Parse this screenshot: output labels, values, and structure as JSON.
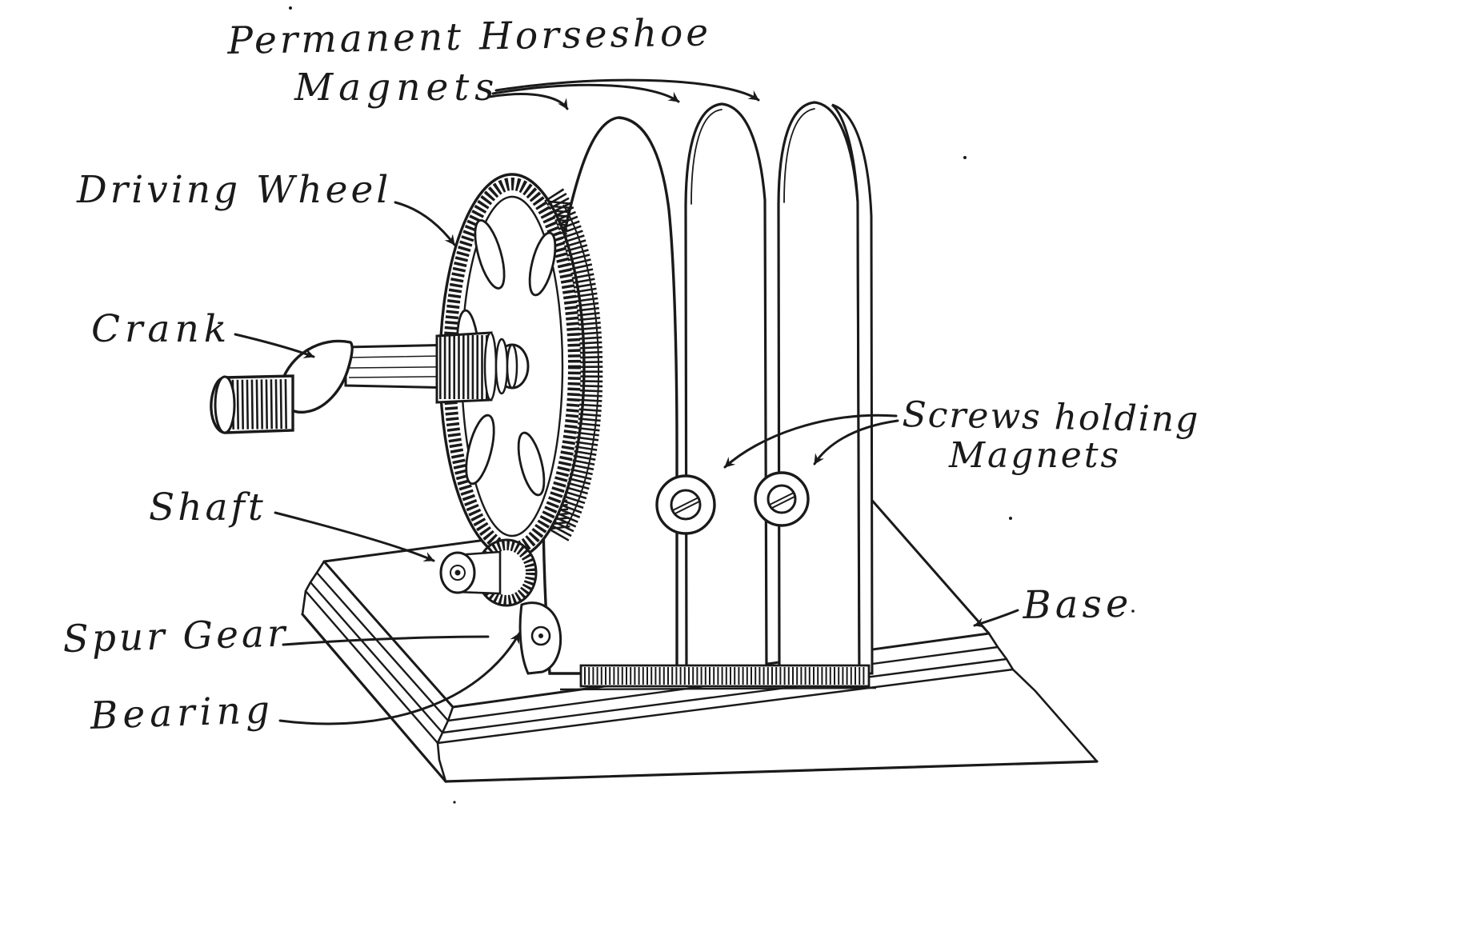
{
  "figure": {
    "ink_color": "#1a1a1a",
    "paper_color": "#ffffff",
    "labels": {
      "magnets_line1": "Permanent Horseshoe",
      "magnets_line2": "Magnets",
      "driving_wheel": "Driving Wheel",
      "crank": "Crank",
      "shaft": "Shaft",
      "spur_gear": "Spur Gear",
      "bearing": "Bearing",
      "screws_line1": "Screws holding",
      "screws_line2": "Magnets",
      "base": "Base"
    }
  }
}
